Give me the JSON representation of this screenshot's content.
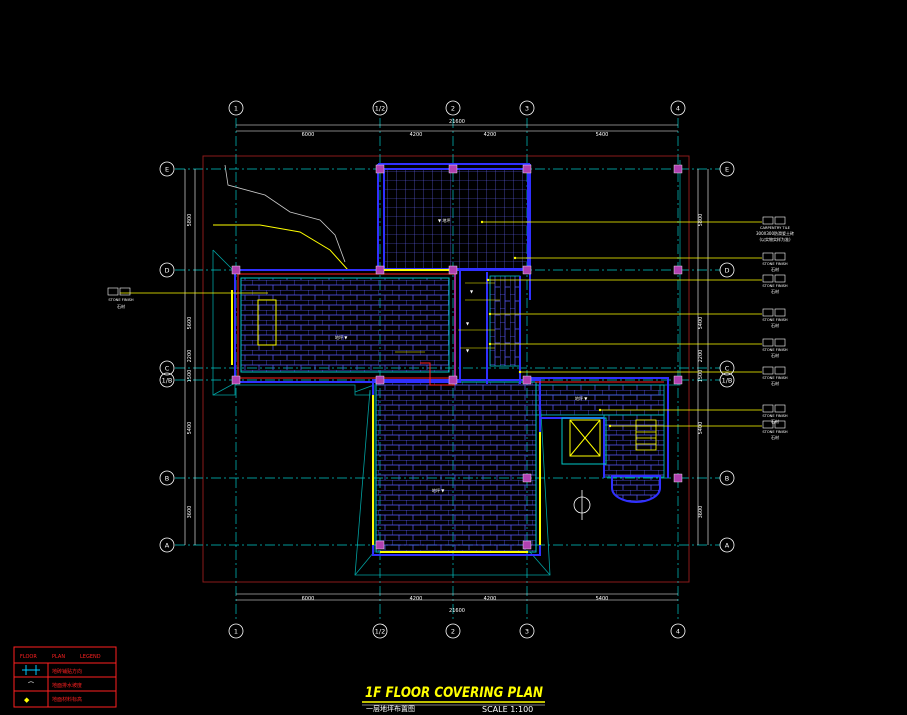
{
  "drawing": {
    "title": "1F FLOOR COVERING PLAN",
    "subtitle": "一层地坪布置图",
    "scale_text": "SCALE   1:100"
  },
  "grid": {
    "vertical_axes": [
      "1",
      "1/2",
      "2",
      "3",
      "4"
    ],
    "horizontal_axes": [
      "E",
      "D",
      "C",
      "1/B",
      "B",
      "A"
    ]
  },
  "dimensions": {
    "top_total": "21600",
    "top_segments": [
      "6000",
      "4200",
      "4200",
      "5400"
    ],
    "bottom_total": "21600",
    "bottom_segments": [
      "6000",
      "4200",
      "4200",
      "5400"
    ],
    "left": [
      "5800",
      "5600",
      "2200",
      "1500",
      "5400",
      "3600"
    ],
    "right": [
      "5800",
      "5400",
      "2200",
      "1500",
      "5400",
      "3600"
    ]
  },
  "legend": {
    "header": [
      "FLOOR",
      "PLAN",
      "LEGEND"
    ],
    "rows": [
      "地砖铺贴方向",
      "地面排水坡度",
      "地面材料标高"
    ]
  },
  "callouts": [
    {
      "code": "CARPENTRY TILE",
      "note1": "300X300防滑瓷土砖",
      "note2": "(以实物实样为准)"
    },
    {
      "code": "STONE FINISH",
      "note1": "石材"
    },
    {
      "code": "STONE FINISH",
      "note1": "石材"
    },
    {
      "code": "STONE FINISH",
      "note1": "石材"
    },
    {
      "code": "STONE FINISH",
      "note1": "石材"
    },
    {
      "code": "STONE FINISH",
      "note1": "石材"
    },
    {
      "code": "STONE FINISH",
      "note1": "石材"
    },
    {
      "code": "STONE FINISH",
      "note1": "石材"
    }
  ],
  "left_callout": {
    "code": "STONE FINISH",
    "note1": "石材"
  },
  "colors": {
    "background": "#000000",
    "grid_line": "#00c8c8",
    "dimension": "#ffffff",
    "wall": "#3030ff",
    "tile": "#5a5aff",
    "leader": "#ffff00",
    "title": "#ffff00",
    "outline": "#8a1a1a",
    "accent_red": "#ff2020",
    "column": "#b040b0"
  }
}
